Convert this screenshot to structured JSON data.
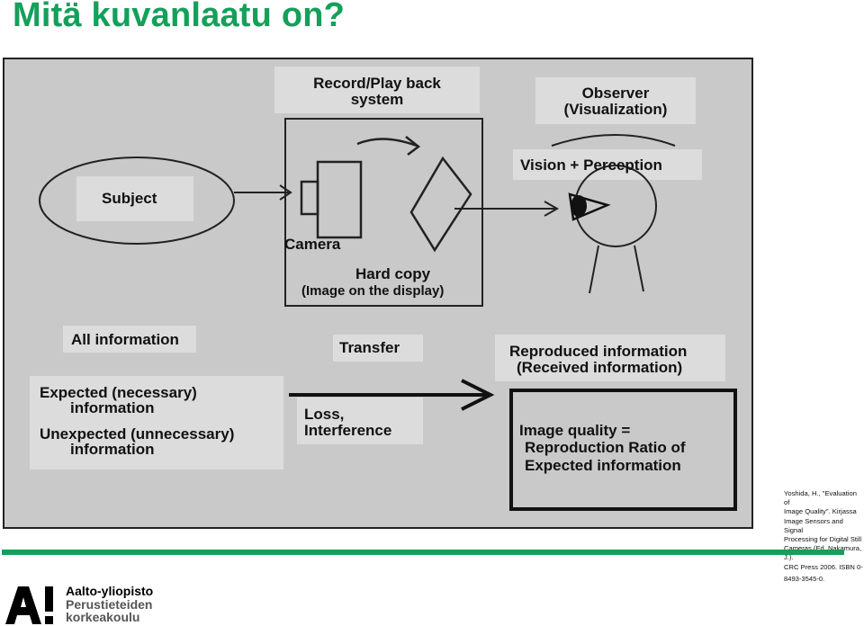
{
  "slide": {
    "title": "Mitä kuvanlaatu on?"
  },
  "diagram": {
    "record_playback": "Record/Play back",
    "system": "system",
    "observer": "Observer",
    "visualization": "(Visualization)",
    "vision_perception": "Vision + Perception",
    "subject": "Subject",
    "camera": "Camera",
    "hard_copy": "Hard copy",
    "image_on_display": "(Image on the display)",
    "all_information": "All information",
    "transfer": "Transfer",
    "reproduced_information": "Reproduced information",
    "received_information": "(Received information)",
    "expected_1": "Expected (necessary)",
    "expected_2": "information",
    "unexpected_1": "Unexpected (unnecessary)",
    "unexpected_2": "information",
    "loss": "Loss,",
    "interference": "Interference",
    "quality_1": "Image quality =",
    "quality_2": "Reproduction Ratio of",
    "quality_3": "Expected information"
  },
  "citation": {
    "lines": [
      "Yoshida, H., \"Evaluation of",
      "Image Quality\". Kirjassa",
      "Image Sensors and Signal",
      "Processing for Digital Still",
      "Cameras (Ed. Nakamura, J.).",
      "CRC Press 2006. ISBN 0-",
      "8493-3545-0."
    ]
  },
  "logo": {
    "line1": "Aalto-yliopisto",
    "line2": "Perustieteiden",
    "line3": "korkeakoulu"
  },
  "colors": {
    "accent_green": "#14a05a",
    "figure_background": "#c9c9c9"
  }
}
